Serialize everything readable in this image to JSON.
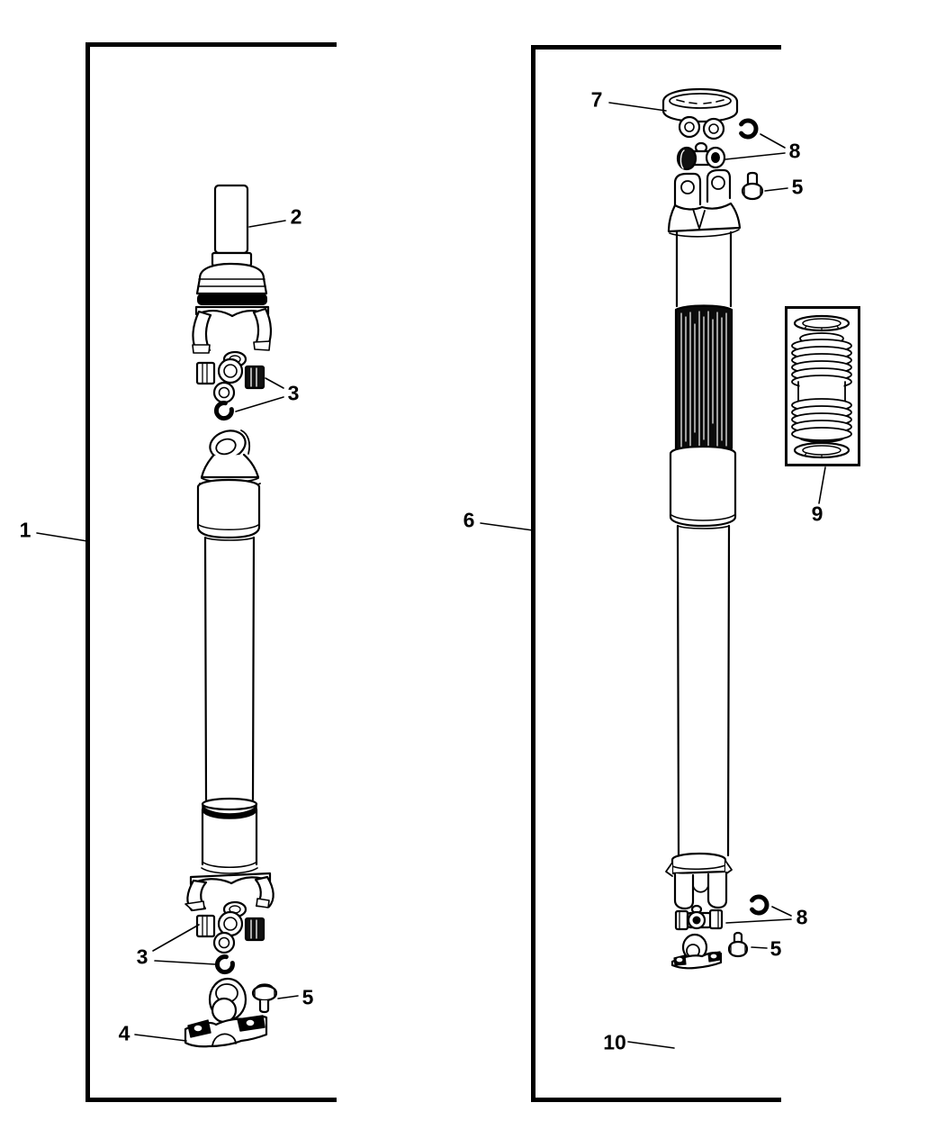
{
  "colors": {
    "line": "#000000",
    "background": "#ffffff",
    "dark_fill": "#0b0b0b"
  },
  "callouts": [
    "1",
    "2",
    "3",
    "3",
    "4",
    "5",
    "6",
    "7",
    "8",
    "5",
    "9",
    "8",
    "5",
    "10"
  ],
  "panels": [
    {
      "id": "left",
      "callout_labels": [
        "1",
        "2",
        "3",
        "3",
        "4",
        "5"
      ]
    },
    {
      "id": "right",
      "callout_labels": [
        "6",
        "7",
        "8",
        "5",
        "9",
        "8",
        "5",
        "10"
      ]
    }
  ]
}
